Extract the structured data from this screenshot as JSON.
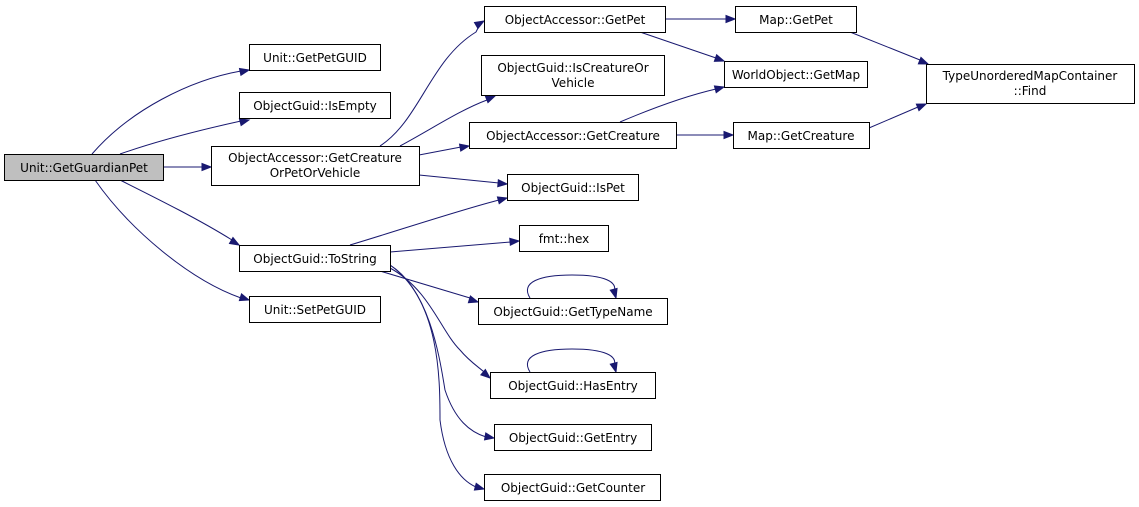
{
  "diagram": {
    "type": "call-graph",
    "edge_color": "#191970",
    "root_fill": "#bfbfbf",
    "node_fill": "#ffffff",
    "nodes": [
      {
        "id": "root",
        "lines": [
          "Unit::GetGuardianPet"
        ],
        "root": true
      },
      {
        "id": "getpetguid",
        "lines": [
          "Unit::GetPetGUID"
        ]
      },
      {
        "id": "isempty",
        "lines": [
          "ObjectGuid::IsEmpty"
        ]
      },
      {
        "id": "getcopv",
        "lines": [
          "ObjectAccessor::GetCreature",
          "OrPetOrVehicle"
        ]
      },
      {
        "id": "tostring",
        "lines": [
          "ObjectGuid::ToString"
        ]
      },
      {
        "id": "setpetguid",
        "lines": [
          "Unit::SetPetGUID"
        ]
      },
      {
        "id": "oa_getpet",
        "lines": [
          "ObjectAccessor::GetPet"
        ]
      },
      {
        "id": "iscov",
        "lines": [
          "ObjectGuid::IsCreatureOr",
          "Vehicle"
        ]
      },
      {
        "id": "oa_getcreature",
        "lines": [
          "ObjectAccessor::GetCreature"
        ]
      },
      {
        "id": "ispet",
        "lines": [
          "ObjectGuid::IsPet"
        ]
      },
      {
        "id": "fmthex",
        "lines": [
          "fmt::hex"
        ]
      },
      {
        "id": "gettypename",
        "lines": [
          "ObjectGuid::GetTypeName"
        ]
      },
      {
        "id": "hasentry",
        "lines": [
          "ObjectGuid::HasEntry"
        ]
      },
      {
        "id": "getentry",
        "lines": [
          "ObjectGuid::GetEntry"
        ]
      },
      {
        "id": "getcounter",
        "lines": [
          "ObjectGuid::GetCounter"
        ]
      },
      {
        "id": "map_getpet",
        "lines": [
          "Map::GetPet"
        ]
      },
      {
        "id": "wo_getmap",
        "lines": [
          "WorldObject::GetMap"
        ]
      },
      {
        "id": "map_getcreature",
        "lines": [
          "Map::GetCreature"
        ]
      },
      {
        "id": "find",
        "lines": [
          "TypeUnorderedMapContainer",
          "::Find"
        ]
      }
    ],
    "edges": [
      [
        "root",
        "getpetguid"
      ],
      [
        "root",
        "isempty"
      ],
      [
        "root",
        "getcopv"
      ],
      [
        "root",
        "tostring"
      ],
      [
        "root",
        "setpetguid"
      ],
      [
        "getcopv",
        "oa_getpet"
      ],
      [
        "getcopv",
        "iscov"
      ],
      [
        "getcopv",
        "oa_getcreature"
      ],
      [
        "getcopv",
        "ispet"
      ],
      [
        "tostring",
        "ispet"
      ],
      [
        "tostring",
        "fmthex"
      ],
      [
        "tostring",
        "gettypename"
      ],
      [
        "tostring",
        "hasentry"
      ],
      [
        "tostring",
        "getentry"
      ],
      [
        "tostring",
        "getcounter"
      ],
      [
        "gettypename",
        "gettypename"
      ],
      [
        "hasentry",
        "hasentry"
      ],
      [
        "oa_getpet",
        "map_getpet"
      ],
      [
        "oa_getpet",
        "wo_getmap"
      ],
      [
        "oa_getcreature",
        "wo_getmap"
      ],
      [
        "oa_getcreature",
        "map_getcreature"
      ],
      [
        "map_getpet",
        "find"
      ],
      [
        "map_getcreature",
        "find"
      ]
    ]
  }
}
